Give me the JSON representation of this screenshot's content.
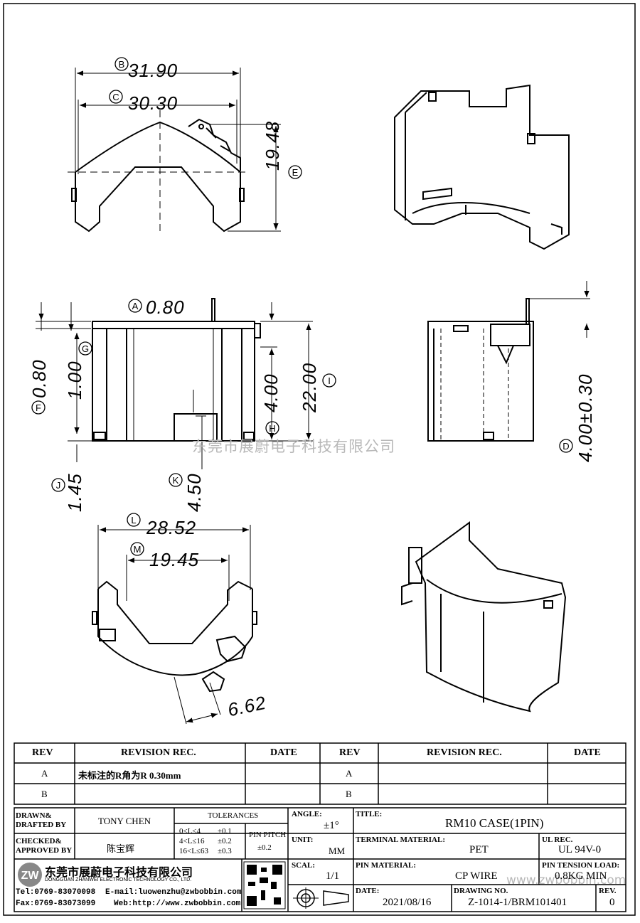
{
  "dimensions": {
    "B": {
      "letter": "B",
      "value": "31.90"
    },
    "C": {
      "letter": "C",
      "value": "30.30"
    },
    "E": {
      "letter": "E",
      "value": "19.48"
    },
    "A": {
      "letter": "A",
      "value": "0.80"
    },
    "F": {
      "letter": "F",
      "value": "0.80"
    },
    "G": {
      "letter": "G",
      "value": "1.00"
    },
    "H": {
      "letter": "H",
      "value": "4.00"
    },
    "I": {
      "letter": "I",
      "value": "22.00"
    },
    "J": {
      "letter": "J",
      "value": "1.45"
    },
    "K": {
      "letter": "K",
      "value": "4.50"
    },
    "D": {
      "letter": "D",
      "value": "4.00±0.30"
    },
    "L": {
      "letter": "L",
      "value": "28.52"
    },
    "M": {
      "letter": "M",
      "value": "19.45"
    },
    "N": {
      "value": "6.62"
    }
  },
  "watermark": "东莞市展蔚电子科技有限公司",
  "watermark_url": "www.zwbobbin.com",
  "revision_table": {
    "headers": [
      "REV",
      "REVISION REC.",
      "DATE",
      "REV",
      "REVISION REC.",
      "DATE"
    ],
    "rows": [
      [
        "A",
        "未标注的R角为R 0.30mm",
        "",
        "A",
        "",
        ""
      ],
      [
        "B",
        "",
        "",
        "B",
        "",
        ""
      ]
    ]
  },
  "title_block": {
    "drawn_label": "DRAWN& DRAFTED BY",
    "drawn_by": "TONY CHEN",
    "checked_label": "CHECKED& APPROVED BY",
    "checked_by": "陈宝辉",
    "tolerances_label": "TOLERANCES",
    "tolerance_rows": [
      {
        "range": "0<L≤4",
        "tol": "±0.1"
      },
      {
        "range": "4<L≤16",
        "tol": "±0.2"
      },
      {
        "range": "16<L≤63",
        "tol": "±0.3"
      }
    ],
    "pin_pitch_label": "PIN PITCH",
    "pin_pitch": "±0.2",
    "angle_label": "ANGLE:",
    "angle": "±1°",
    "unit_label": "UNIT:",
    "unit": "MM",
    "scale_label": "SCAL:",
    "scale": "1/1",
    "title_label": "TITLE:",
    "title": "RM10 CASE(1PIN)",
    "terminal_material_label": "TERMINAL MATERIAL:",
    "terminal_material": "PET",
    "ul_rec_label": "UL REC.",
    "ul_rec": "UL 94V-0",
    "pin_material_label": "PIN MATERIAL:",
    "pin_material": "CP WIRE",
    "pin_tension_label": "PIN TENSION LOAD:",
    "pin_tension": "0.8KG MIN",
    "date_label": "DATE:",
    "date": "2021/08/16",
    "drawing_no_label": "DRAWING NO.",
    "drawing_no": "Z-1014-1/BRM101401",
    "rev_label": "REV.",
    "rev": "0",
    "company_cn": "东莞市展蔚电子科技有限公司",
    "company_en": "DONGGUAN ZHANWEI ELECTRONIC TECHNOLOGY CO., LTD.",
    "tel": "Tel:0769-83070098",
    "email": "E-mail:luowenzhu@zwbobbin.com",
    "fax": "Fax:0769-83073099",
    "web": "Web:http://www.zwbobbin.com"
  }
}
